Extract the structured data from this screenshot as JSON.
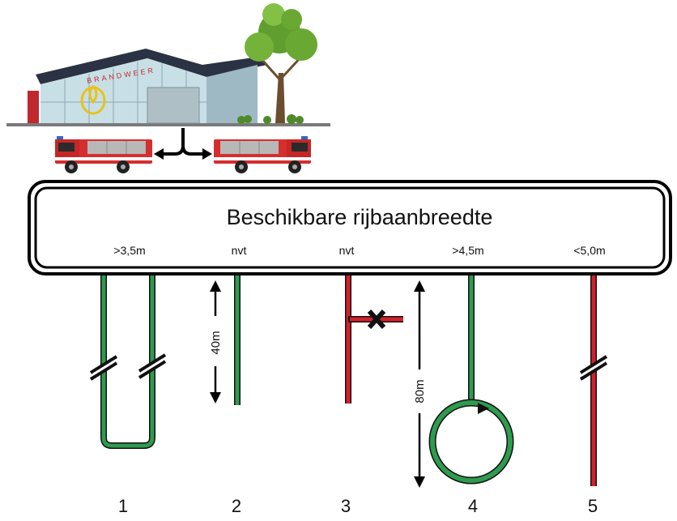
{
  "station": {
    "sign": "BRANDWEER"
  },
  "road": {
    "title": "Beschikbare rijbaanbreedte",
    "widths": [
      ">3,5m",
      "nvt",
      "nvt",
      ">4,5m",
      "<5,0m"
    ]
  },
  "lengths": {
    "scenario2": "40m",
    "scenario4": "80m"
  },
  "scenarios": [
    {
      "number": "1"
    },
    {
      "number": "2"
    },
    {
      "number": "3"
    },
    {
      "number": "4"
    },
    {
      "number": "5"
    }
  ],
  "colors": {
    "green_line": "#2e9b4f",
    "red_line": "#d3212a",
    "line_edge": "#111111"
  }
}
